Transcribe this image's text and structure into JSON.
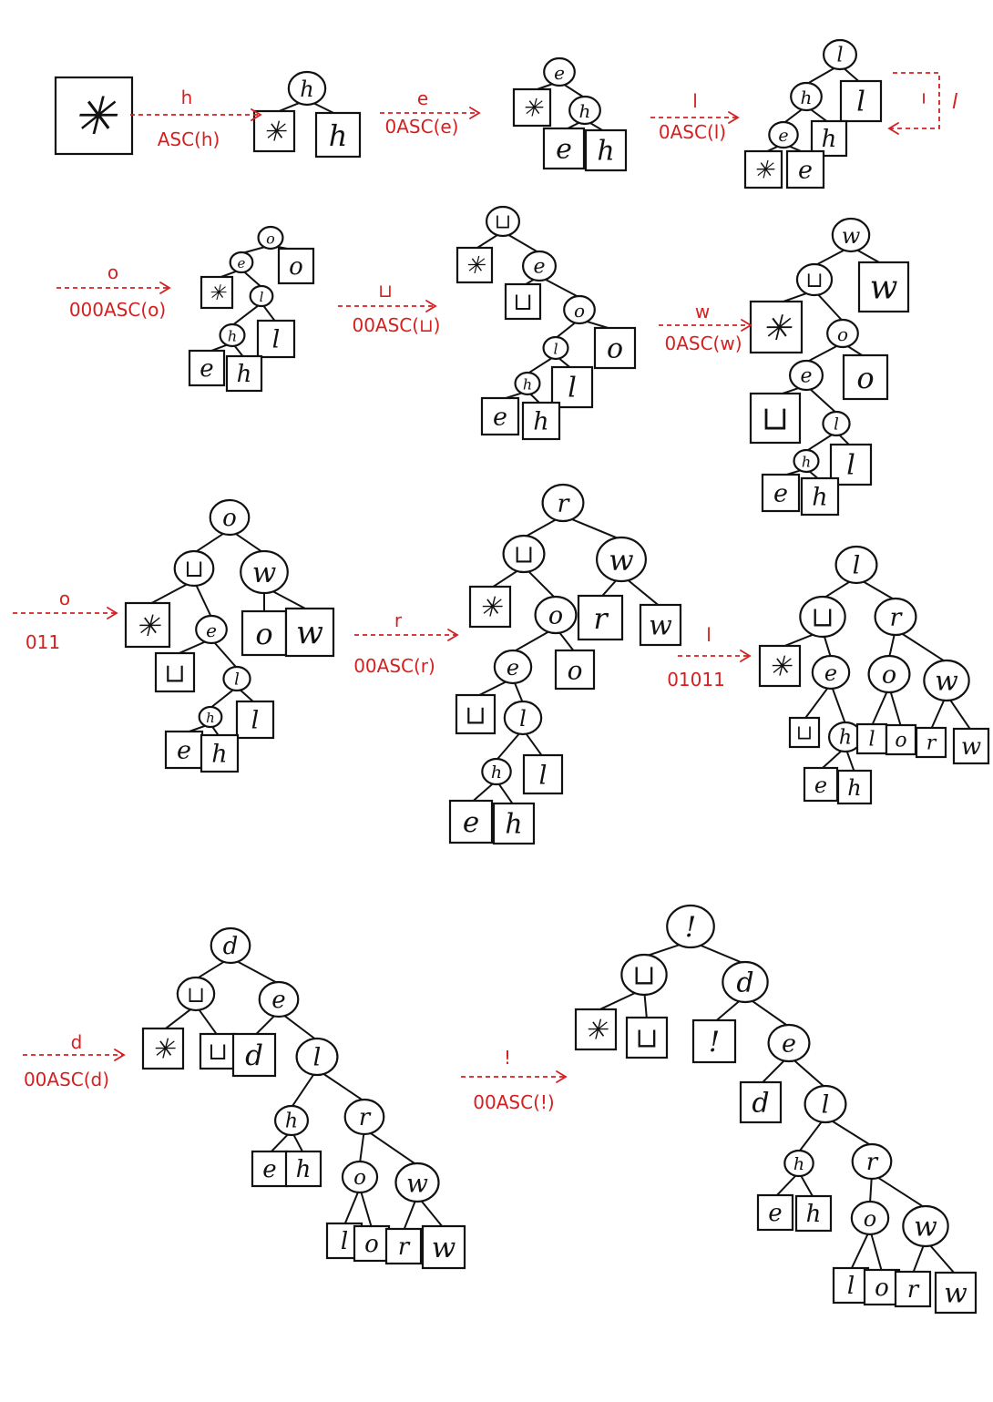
{
  "symbols": {
    "space": "⊔",
    "nyt": "✳"
  },
  "arrows": [
    {
      "id": "a1",
      "top": "h",
      "bottom": "ASC(h)"
    },
    {
      "id": "a2",
      "top": "e",
      "bottom": "0ASC(e)"
    },
    {
      "id": "a3",
      "top": "l",
      "bottom": "0ASC(l)"
    },
    {
      "id": "a4",
      "top": "o",
      "bottom": "000ASC(o)"
    },
    {
      "id": "a5",
      "top": "⊔",
      "bottom": "00ASC(⊔)"
    },
    {
      "id": "a6",
      "top": "w",
      "bottom": "0ASC(w)"
    },
    {
      "id": "a7",
      "top": "o",
      "bottom": "011"
    },
    {
      "id": "a8",
      "top": "r",
      "bottom": "00ASC(r)"
    },
    {
      "id": "a9",
      "top": "l",
      "bottom": "01011"
    },
    {
      "id": "a10",
      "top": "d",
      "bottom": "00ASC(d)"
    },
    {
      "id": "a11",
      "top": "!",
      "bottom": "00ASC(!)"
    }
  ],
  "self_loop": {
    "label": "l"
  },
  "trees": [
    {
      "id": "t0",
      "nodes": [
        {
          "id": "a",
          "label": "✳",
          "leaf": true
        }
      ]
    },
    {
      "id": "t1",
      "nodes": [
        {
          "id": "r",
          "label": "h"
        },
        {
          "id": "a",
          "label": "✳",
          "leaf": true,
          "parent": "r"
        },
        {
          "id": "b",
          "label": "h",
          "leaf": true,
          "parent": "r"
        }
      ]
    },
    {
      "id": "t2",
      "nodes": [
        {
          "id": "r",
          "label": "e"
        },
        {
          "id": "a",
          "label": "✳",
          "leaf": true,
          "parent": "r"
        },
        {
          "id": "b",
          "label": "h",
          "parent": "r"
        },
        {
          "id": "c",
          "label": "e",
          "leaf": true,
          "parent": "b"
        },
        {
          "id": "d",
          "label": "h",
          "leaf": true,
          "parent": "b"
        }
      ]
    },
    {
      "id": "t3",
      "nodes": [
        {
          "id": "r",
          "label": "l"
        },
        {
          "id": "a",
          "label": "h",
          "parent": "r"
        },
        {
          "id": "b",
          "label": "l",
          "leaf": true,
          "parent": "r"
        },
        {
          "id": "c",
          "label": "e",
          "parent": "a"
        },
        {
          "id": "d",
          "label": "h",
          "leaf": true,
          "parent": "a"
        },
        {
          "id": "e",
          "label": "✳",
          "leaf": true,
          "parent": "c"
        },
        {
          "id": "f",
          "label": "e",
          "leaf": true,
          "parent": "c"
        }
      ]
    },
    {
      "id": "t4",
      "nodes": [
        {
          "id": "r",
          "label": "o"
        },
        {
          "id": "a",
          "label": "e",
          "parent": "r"
        },
        {
          "id": "b",
          "label": "o",
          "leaf": true,
          "parent": "r"
        },
        {
          "id": "c",
          "label": "✳",
          "leaf": true,
          "parent": "a"
        },
        {
          "id": "d",
          "label": "l",
          "parent": "a"
        },
        {
          "id": "e",
          "label": "h",
          "parent": "d"
        },
        {
          "id": "f",
          "label": "l",
          "leaf": true,
          "parent": "d"
        },
        {
          "id": "g",
          "label": "e",
          "leaf": true,
          "parent": "e"
        },
        {
          "id": "h",
          "label": "h",
          "leaf": true,
          "parent": "e"
        }
      ]
    },
    {
      "id": "t5",
      "nodes": [
        {
          "id": "r",
          "label": "⊔"
        },
        {
          "id": "a",
          "label": "✳",
          "leaf": true,
          "parent": "r"
        },
        {
          "id": "b",
          "label": "e",
          "parent": "r"
        },
        {
          "id": "c",
          "label": "⊔",
          "leaf": true,
          "parent": "b"
        },
        {
          "id": "d",
          "label": "o",
          "parent": "b"
        },
        {
          "id": "e",
          "label": "l",
          "parent": "d"
        },
        {
          "id": "f",
          "label": "o",
          "leaf": true,
          "parent": "d"
        },
        {
          "id": "g",
          "label": "h",
          "parent": "e"
        },
        {
          "id": "h",
          "label": "l",
          "leaf": true,
          "parent": "e"
        },
        {
          "id": "i",
          "label": "e",
          "leaf": true,
          "parent": "g"
        },
        {
          "id": "j",
          "label": "h",
          "leaf": true,
          "parent": "g"
        }
      ]
    },
    {
      "id": "t6",
      "nodes": [
        {
          "id": "r",
          "label": "w"
        },
        {
          "id": "a",
          "label": "⊔",
          "parent": "r"
        },
        {
          "id": "b",
          "label": "w",
          "leaf": true,
          "parent": "r"
        },
        {
          "id": "c",
          "label": "✳",
          "leaf": true,
          "parent": "a"
        },
        {
          "id": "d",
          "label": "o",
          "parent": "a"
        },
        {
          "id": "e",
          "label": "e",
          "parent": "d"
        },
        {
          "id": "f",
          "label": "o",
          "leaf": true,
          "parent": "d"
        },
        {
          "id": "g",
          "label": "⊔",
          "leaf": true,
          "parent": "e"
        },
        {
          "id": "h",
          "label": "l",
          "parent": "e"
        },
        {
          "id": "i",
          "label": "h",
          "parent": "h"
        },
        {
          "id": "j",
          "label": "l",
          "leaf": true,
          "parent": "h"
        },
        {
          "id": "k",
          "label": "e",
          "leaf": true,
          "parent": "i"
        },
        {
          "id": "m",
          "label": "h",
          "leaf": true,
          "parent": "i"
        }
      ]
    },
    {
      "id": "t7",
      "nodes": [
        {
          "id": "r",
          "label": "o"
        },
        {
          "id": "a",
          "label": "⊔",
          "parent": "r"
        },
        {
          "id": "b",
          "label": "w",
          "parent": "r"
        },
        {
          "id": "c",
          "label": "✳",
          "leaf": true,
          "parent": "a"
        },
        {
          "id": "d",
          "label": "e",
          "parent": "a"
        },
        {
          "id": "e",
          "label": "o",
          "leaf": true,
          "parent": "b"
        },
        {
          "id": "f",
          "label": "w",
          "leaf": true,
          "parent": "b"
        },
        {
          "id": "g",
          "label": "⊔",
          "leaf": true,
          "parent": "d"
        },
        {
          "id": "h",
          "label": "l",
          "parent": "d"
        },
        {
          "id": "i",
          "label": "h",
          "parent": "h"
        },
        {
          "id": "j",
          "label": "l",
          "leaf": true,
          "parent": "h"
        },
        {
          "id": "k",
          "label": "e",
          "leaf": true,
          "parent": "i"
        },
        {
          "id": "m",
          "label": "h",
          "leaf": true,
          "parent": "i"
        }
      ]
    },
    {
      "id": "t8",
      "nodes": [
        {
          "id": "r",
          "label": "r"
        },
        {
          "id": "a",
          "label": "⊔",
          "parent": "r"
        },
        {
          "id": "b",
          "label": "w",
          "parent": "r"
        },
        {
          "id": "c",
          "label": "✳",
          "leaf": true,
          "parent": "a"
        },
        {
          "id": "d",
          "label": "o",
          "parent": "a"
        },
        {
          "id": "e",
          "label": "r",
          "leaf": true,
          "parent": "b"
        },
        {
          "id": "f",
          "label": "w",
          "leaf": true,
          "parent": "b"
        },
        {
          "id": "g",
          "label": "e",
          "parent": "d"
        },
        {
          "id": "h",
          "label": "o",
          "leaf": true,
          "parent": "d"
        },
        {
          "id": "i",
          "label": "⊔",
          "leaf": true,
          "parent": "g"
        },
        {
          "id": "j",
          "label": "l",
          "parent": "g"
        },
        {
          "id": "k",
          "label": "h",
          "parent": "j"
        },
        {
          "id": "m",
          "label": "l",
          "leaf": true,
          "parent": "j"
        },
        {
          "id": "n",
          "label": "e",
          "leaf": true,
          "parent": "k"
        },
        {
          "id": "p",
          "label": "h",
          "leaf": true,
          "parent": "k"
        }
      ]
    },
    {
      "id": "t9",
      "nodes": [
        {
          "id": "r",
          "label": "l"
        },
        {
          "id": "a",
          "label": "⊔",
          "parent": "r"
        },
        {
          "id": "b",
          "label": "r",
          "parent": "r"
        },
        {
          "id": "c",
          "label": "✳",
          "leaf": true,
          "parent": "a"
        },
        {
          "id": "d",
          "label": "e",
          "parent": "a"
        },
        {
          "id": "e",
          "label": "o",
          "parent": "b"
        },
        {
          "id": "f",
          "label": "w",
          "parent": "b"
        },
        {
          "id": "g",
          "label": "⊔",
          "leaf": true,
          "parent": "d"
        },
        {
          "id": "h",
          "label": "h",
          "parent": "d"
        },
        {
          "id": "i",
          "label": "l",
          "leaf": true,
          "parent": "e"
        },
        {
          "id": "j",
          "label": "o",
          "leaf": true,
          "parent": "e"
        },
        {
          "id": "k",
          "label": "r",
          "leaf": true,
          "parent": "f"
        },
        {
          "id": "m",
          "label": "w",
          "leaf": true,
          "parent": "f"
        },
        {
          "id": "n",
          "label": "e",
          "leaf": true,
          "parent": "h"
        },
        {
          "id": "p",
          "label": "h",
          "leaf": true,
          "parent": "h"
        }
      ]
    },
    {
      "id": "t10",
      "nodes": [
        {
          "id": "r",
          "label": "d"
        },
        {
          "id": "a",
          "label": "⊔",
          "parent": "r"
        },
        {
          "id": "b",
          "label": "e",
          "parent": "r"
        },
        {
          "id": "c",
          "label": "✳",
          "leaf": true,
          "parent": "a"
        },
        {
          "id": "d",
          "label": "⊔",
          "leaf": true,
          "parent": "a"
        },
        {
          "id": "e",
          "label": "d",
          "leaf": true,
          "parent": "b"
        },
        {
          "id": "f",
          "label": "l",
          "parent": "b"
        },
        {
          "id": "g",
          "label": "h",
          "parent": "f"
        },
        {
          "id": "h",
          "label": "r",
          "parent": "f"
        },
        {
          "id": "i",
          "label": "e",
          "leaf": true,
          "parent": "g"
        },
        {
          "id": "j",
          "label": "h",
          "leaf": true,
          "parent": "g"
        },
        {
          "id": "k",
          "label": "o",
          "parent": "h"
        },
        {
          "id": "m",
          "label": "w",
          "parent": "h"
        },
        {
          "id": "n",
          "label": "l",
          "leaf": true,
          "parent": "k"
        },
        {
          "id": "p",
          "label": "o",
          "leaf": true,
          "parent": "k"
        },
        {
          "id": "q",
          "label": "r",
          "leaf": true,
          "parent": "m"
        },
        {
          "id": "s",
          "label": "w",
          "leaf": true,
          "parent": "m"
        }
      ]
    },
    {
      "id": "t11",
      "nodes": [
        {
          "id": "r",
          "label": "!"
        },
        {
          "id": "a",
          "label": "⊔",
          "parent": "r"
        },
        {
          "id": "b",
          "label": "d",
          "parent": "r"
        },
        {
          "id": "c",
          "label": "✳",
          "leaf": true,
          "parent": "a"
        },
        {
          "id": "d",
          "label": "⊔",
          "leaf": true,
          "parent": "a"
        },
        {
          "id": "e",
          "label": "!",
          "leaf": true,
          "parent": "b"
        },
        {
          "id": "f",
          "label": "e",
          "parent": "b"
        },
        {
          "id": "g",
          "label": "d",
          "leaf": true,
          "parent": "f"
        },
        {
          "id": "h",
          "label": "l",
          "parent": "f"
        },
        {
          "id": "i",
          "label": "h",
          "parent": "h"
        },
        {
          "id": "j",
          "label": "r",
          "parent": "h"
        },
        {
          "id": "k",
          "label": "e",
          "leaf": true,
          "parent": "i"
        },
        {
          "id": "m",
          "label": "h",
          "leaf": true,
          "parent": "i"
        },
        {
          "id": "n",
          "label": "o",
          "parent": "j"
        },
        {
          "id": "p",
          "label": "w",
          "parent": "j"
        },
        {
          "id": "q",
          "label": "l",
          "leaf": true,
          "parent": "n"
        },
        {
          "id": "s",
          "label": "o",
          "leaf": true,
          "parent": "n"
        },
        {
          "id": "u",
          "label": "r",
          "leaf": true,
          "parent": "p"
        },
        {
          "id": "v",
          "label": "w",
          "leaf": true,
          "parent": "p"
        }
      ]
    }
  ]
}
